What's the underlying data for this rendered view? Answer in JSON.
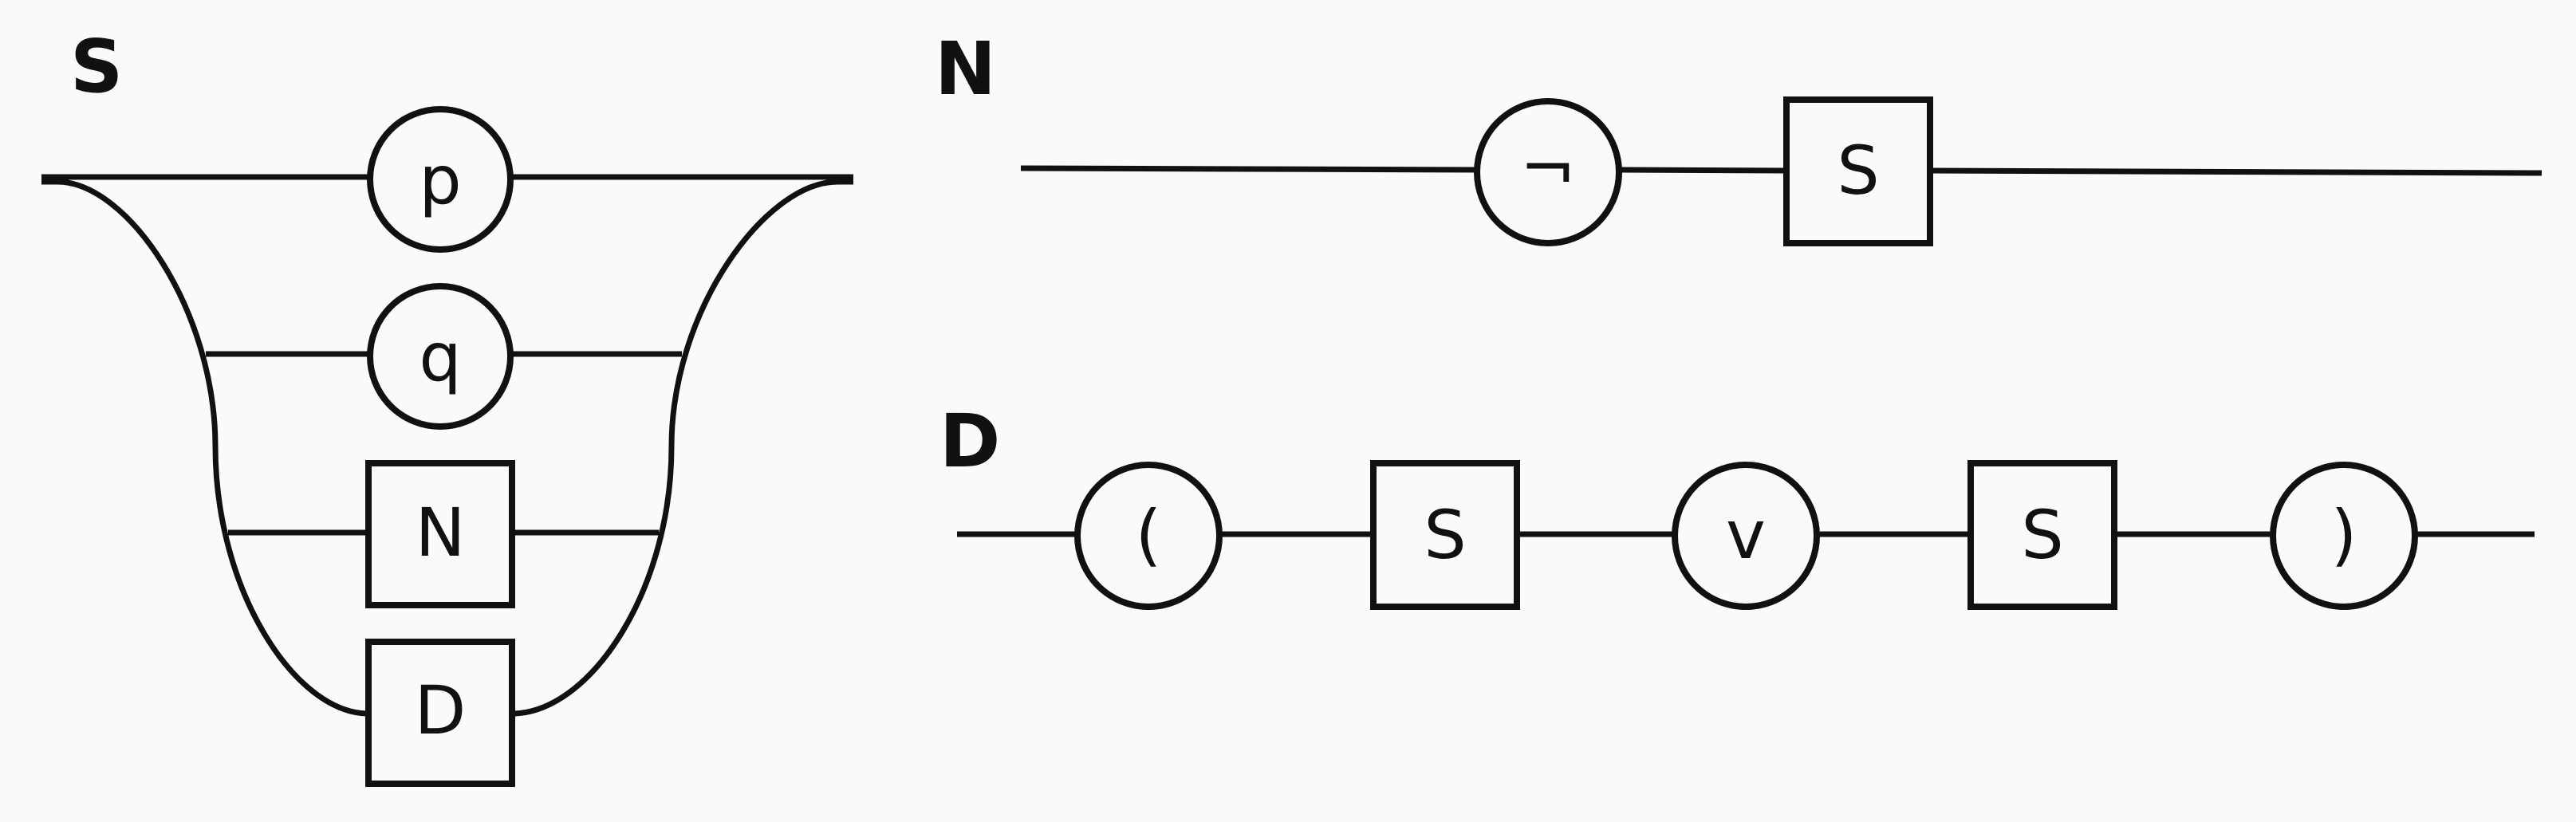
{
  "diagrams": {
    "S": {
      "title": "S",
      "nodes": [
        {
          "kind": "terminal",
          "label": "p"
        },
        {
          "kind": "terminal",
          "label": "q"
        },
        {
          "kind": "nonterminal",
          "label": "N"
        },
        {
          "kind": "nonterminal",
          "label": "D"
        }
      ]
    },
    "N": {
      "title": "N",
      "nodes": [
        {
          "kind": "terminal",
          "label": "¬"
        },
        {
          "kind": "nonterminal",
          "label": "S"
        }
      ]
    },
    "D": {
      "title": "D",
      "nodes": [
        {
          "kind": "terminal",
          "label": "("
        },
        {
          "kind": "nonterminal",
          "label": "S"
        },
        {
          "kind": "terminal",
          "label": "v"
        },
        {
          "kind": "nonterminal",
          "label": "S"
        },
        {
          "kind": "terminal",
          "label": ")"
        }
      ]
    }
  }
}
